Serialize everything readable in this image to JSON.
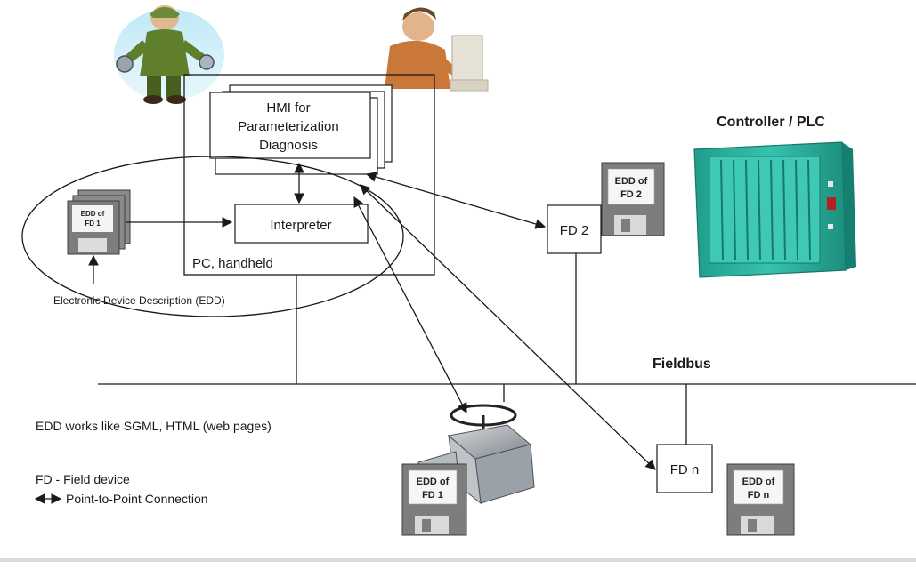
{
  "diagram": {
    "hmi_box": {
      "line1": "HMI for",
      "line2": "Parameterization",
      "line3": "Diagnosis"
    },
    "interpreter_label": "Interpreter",
    "pc_label": "PC, handheld",
    "edd_caption": "Electronic Device Description (EDD)",
    "controller_label": "Controller / PLC",
    "fieldbus_label": "Fieldbus",
    "fd2_label": "FD 2",
    "fdn_label": "FD n",
    "floppy_fd1_small": {
      "line1": "EDD of",
      "line2": "FD 1"
    },
    "floppy_fd2": {
      "line1": "EDD of",
      "line2": "FD 2"
    },
    "floppy_fd1_bottom": {
      "line1": "EDD of",
      "line2": "FD 1"
    },
    "floppy_fdn": {
      "line1": "EDD of",
      "line2": "FD n"
    }
  },
  "notes": {
    "edd_like": "EDD works like SGML, HTML (web pages)",
    "fd_def": "FD - Field device",
    "p2p": "Point-to-Point Connection"
  },
  "colors": {
    "line": "#1a1a1a",
    "controller_cabinet": "#2bb39e",
    "floppy_body": "#7d7d7d"
  }
}
